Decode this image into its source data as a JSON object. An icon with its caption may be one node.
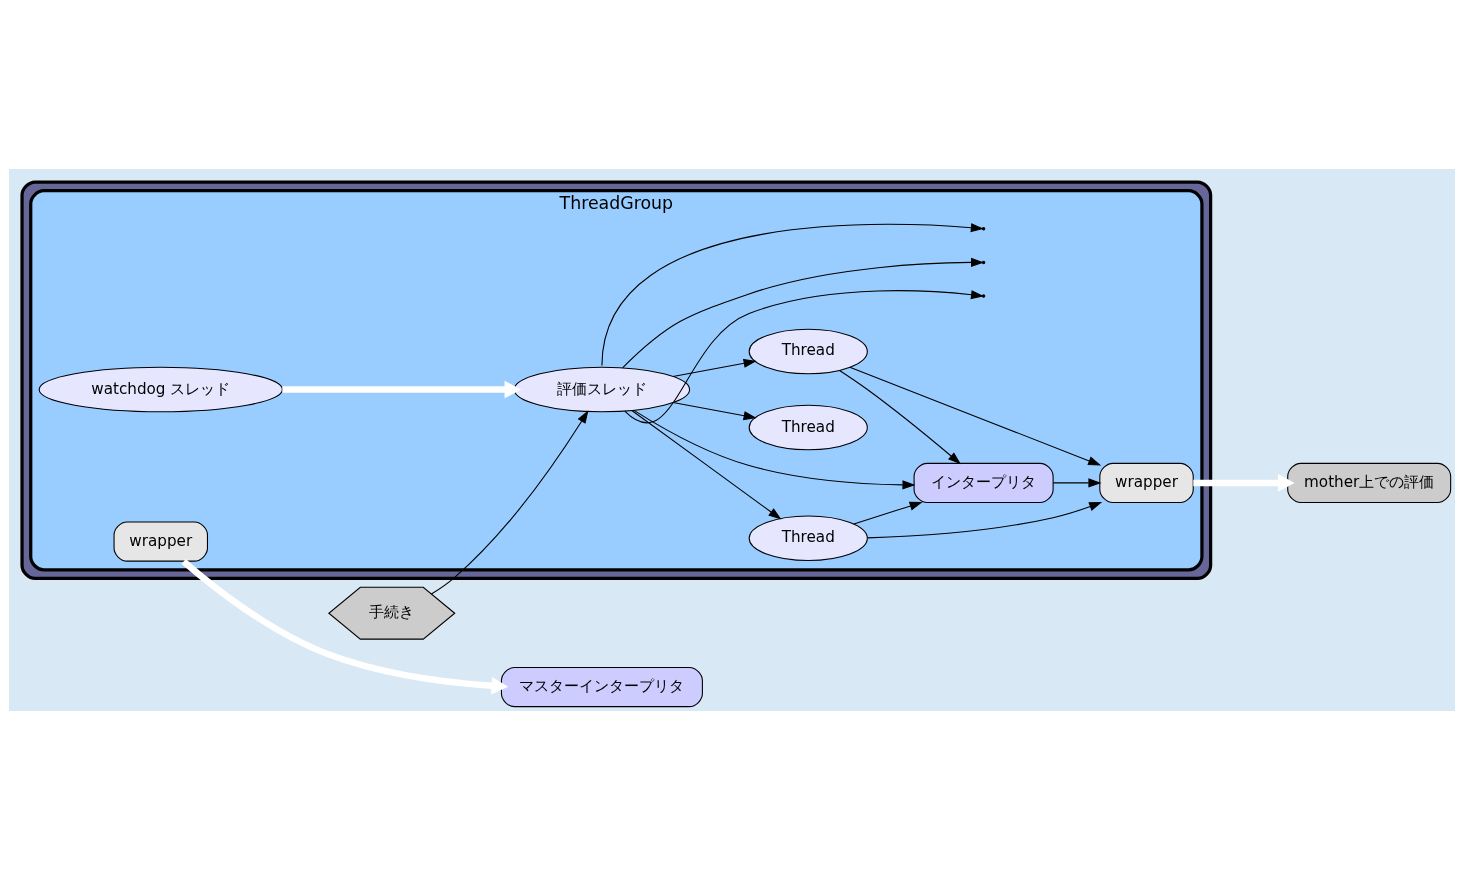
{
  "diagram": {
    "nodes": [
      {
        "text": [],
        "shape": "ellipse"
      },
      {
        "text": [
          "ThreadGroup"
        ],
        "in": 0
      },
      {
        "text": [
          "手続き"
        ]
      },
      {
        "text": [
          "評価スレッド"
        ],
        "in": 1
      },
      {
        "text": [
          "Thread"
        ],
        "in": 1
      },
      {
        "text": [
          "Thread"
        ],
        "in": 1
      },
      {
        "text": [
          "Thread"
        ],
        "in": 1
      },
      {
        "text": [
          "wrapper"
        ],
        "in": 1
      },
      {
        "text": [
          "インタープリタ"
        ],
        "in": 1
      },
      {
        "text": [
          "wrapper"
        ],
        "in": 1
      },
      {
        "text": [
          "watchdog スレッド"
        ],
        "in": 1
      },
      {
        "text": [
          "mother上での評価"
        ]
      },
      {
        "text": [
          "マスターインタープリタ"
        ]
      }
    ],
    "edges": [
      {
        "from": 2,
        "to": 3,
        "arrow": "to"
      },
      {
        "from": 3,
        "to": null,
        "arrow": "to"
      },
      {
        "from": 3,
        "to": null,
        "arrow": "to"
      },
      {
        "from": 3,
        "to": 4,
        "arrow": "to"
      },
      {
        "from": 3,
        "to": 5,
        "arrow": "to"
      },
      {
        "from": 3,
        "to": 6,
        "arrow": "to"
      },
      {
        "from": 3,
        "to": null,
        "arrow": "to"
      },
      {
        "from": 3,
        "to": 8,
        "arrow": "to"
      },
      {
        "from": 5,
        "to": 7,
        "arrow": "to"
      },
      {
        "from": 5,
        "to": 8,
        "arrow": "to"
      },
      {
        "from": 6,
        "to": 7,
        "arrow": "to"
      },
      {
        "from": 6,
        "to": 8,
        "arrow": "to"
      },
      {
        "from": 8,
        "to": 7,
        "arrow": "to"
      },
      {
        "from": 10,
        "to": 3,
        "arrow": "to",
        "style": "thick",
        "color": "#ffffff"
      },
      {
        "from": 7,
        "to": 11,
        "arrow": "to",
        "style": "thick",
        "color": "#ffffff"
      },
      {
        "from": 9,
        "to": 12,
        "arrow": "to",
        "style": "thick",
        "color": "#ffffff"
      }
    ]
  }
}
